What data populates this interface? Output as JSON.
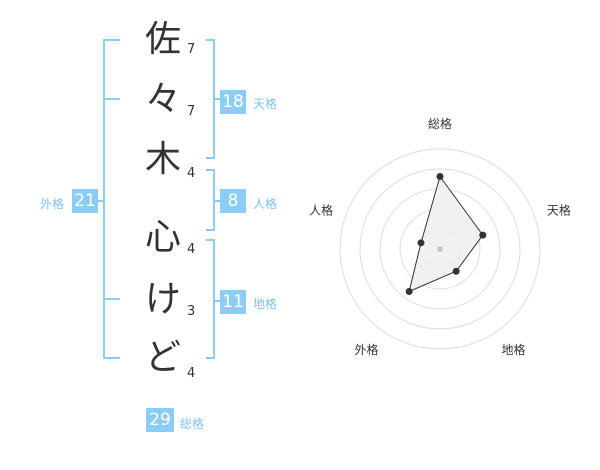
{
  "name": {
    "chars": [
      "佐",
      "々",
      "木",
      "心",
      "け",
      "ど"
    ],
    "strokes": [
      "7",
      "7",
      "4",
      "4",
      "3",
      "4"
    ]
  },
  "kakusu": {
    "tenkaku": {
      "value": "18",
      "label": "天格"
    },
    "jinkaku": {
      "value": "8",
      "label": "人格"
    },
    "chikaku": {
      "value": "11",
      "label": "地格"
    },
    "gaikaku": {
      "value": "21",
      "label": "外格"
    },
    "soukaku": {
      "value": "29",
      "label": "総格"
    }
  },
  "chart_data": {
    "type": "radar",
    "axes": [
      "総格",
      "天格",
      "地格",
      "外格",
      "人格"
    ],
    "values": [
      29,
      18,
      11,
      21,
      8
    ],
    "colors": {
      "line": "#333333",
      "fill": "#eeeeee",
      "ring": "#dddddd",
      "accent": "#8ccdf5"
    }
  }
}
